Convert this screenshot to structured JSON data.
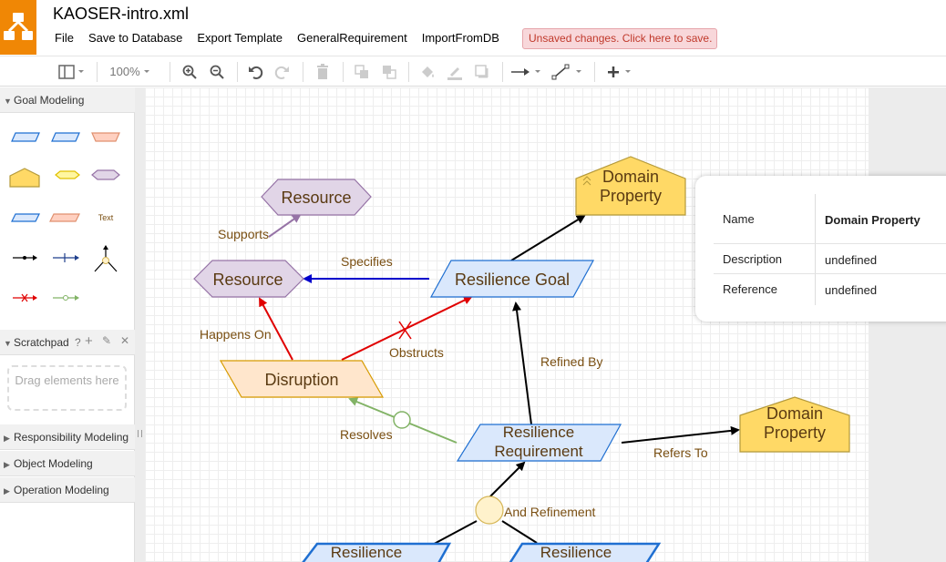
{
  "app": {
    "file_title": "KAOSER-intro.xml",
    "unsaved_notice": "Unsaved changes. Click here to save."
  },
  "menu": [
    "File",
    "Save to Database",
    "Export Template",
    "GeneralRequirement",
    "ImportFromDB"
  ],
  "toolbar": {
    "zoom": "100%"
  },
  "sidebar": {
    "sections": {
      "goal_modeling": "Goal Modeling",
      "scratchpad": "Scratchpad",
      "scratchpad_help": "?",
      "responsibility": "Responsibility Modeling",
      "object": "Object Modeling",
      "operation": "Operation Modeling"
    },
    "palette_text_item": "Text",
    "scratchpad_drop": "Drag elements here"
  },
  "diagram": {
    "nodes": {
      "resource_top": "Resource",
      "resource_mid": "Resource",
      "domain_property_top": "Domain Property",
      "resilience_goal": "Resilience Goal",
      "disruption": "Disruption",
      "resilience_requirement": "Resilience Requirement",
      "domain_property_right": "Domain Property",
      "resilience_left": "Resilience",
      "resilience_right": "Resilience"
    },
    "edges": {
      "supports": "Supports",
      "specifies": "Specifies",
      "happens_on": "Happens On",
      "obstructs": "Obstructs",
      "refined_by": "Refined By",
      "resolves": "Resolves",
      "refers_to": "Refers To",
      "and_refinement": "And Refinement"
    }
  },
  "properties": {
    "rows": [
      {
        "label": "Name",
        "value": "Domain Property"
      },
      {
        "label": "Description",
        "value": "undefined"
      },
      {
        "label": "Reference",
        "value": "undefined"
      }
    ]
  },
  "colors": {
    "brand": "#f08705",
    "goal_fill": "#dae8fc",
    "goal_stroke": "#6c8ebf",
    "resource_fill": "#e1d5e7",
    "resource_stroke": "#9673a6",
    "disruption_fill": "#ffe6cc",
    "disruption_stroke": "#d79b00",
    "domain_fill": "#ffd966",
    "domain_stroke": "#b59a3a",
    "edge_label": "#7a4f12"
  }
}
